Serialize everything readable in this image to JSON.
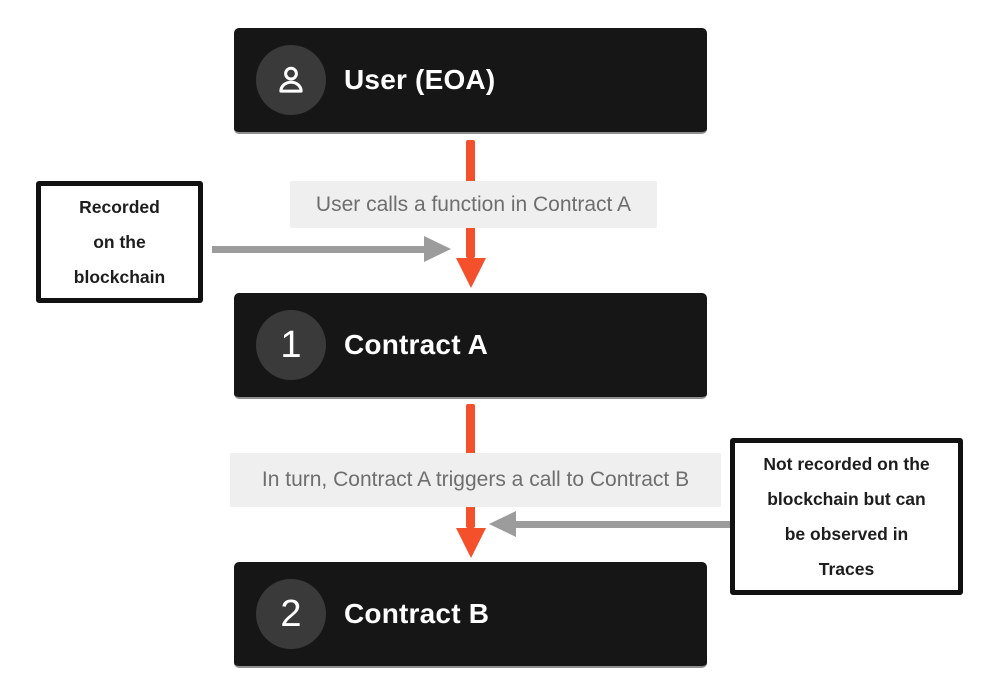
{
  "diagram": {
    "nodes": [
      {
        "label": "User (EOA)",
        "badge": "",
        "icon": "user"
      },
      {
        "label": "Contract A",
        "badge": "1"
      },
      {
        "label": "Contract B",
        "badge": "2"
      }
    ],
    "flow_labels": [
      {
        "text": "User calls a function in Contract A"
      },
      {
        "text": "In turn, Contract A triggers a call to Contract B"
      }
    ],
    "callouts": [
      {
        "text": "Recorded\non the\nblockchain"
      },
      {
        "text": "Not recorded on the\nblockchain but can\nbe observed in\nTraces"
      }
    ],
    "colors": {
      "node_bg": "#161616",
      "badge_bg": "#3a3a3a",
      "arrow_orange": "#f4502c",
      "arrow_gray": "#9c9c9c",
      "label_bg": "#efefef",
      "label_text": "#6e6e6e",
      "callout_border": "#111111",
      "callout_text": "#1d1d1d",
      "node_text": "#ffffff"
    }
  }
}
